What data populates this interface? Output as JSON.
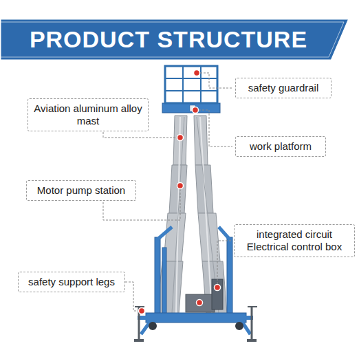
{
  "diagram": {
    "title": "PRODUCT STRUCTURE",
    "nodes": [
      {
        "text": [
          "safety guardrail"
        ]
      },
      {
        "text": [
          "Aviation aluminum alloy mast"
        ]
      },
      {
        "text": [
          "work platform"
        ]
      },
      {
        "text": [
          "Motor pump station"
        ]
      },
      {
        "text": [
          "integrated circuit Electrical control box"
        ]
      },
      {
        "text": [
          "safety support legs"
        ]
      }
    ]
  }
}
